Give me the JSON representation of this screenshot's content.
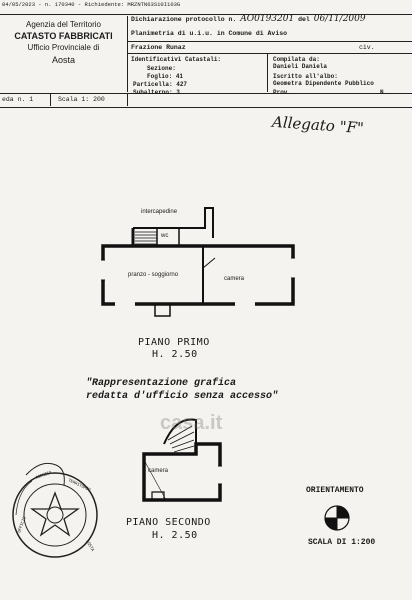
{
  "fax_header": "04/05/2023 - n. 170340 - Richiedente: MRZNTN63S10I103G",
  "office": {
    "line1": "Agenzia del Territorio",
    "line2": "CATASTO FABBRICATI",
    "line3": "Ufficio Provinciale di",
    "line4": "Aosta"
  },
  "declaration": {
    "protocol_label": "Dichiarazione protocollo n.",
    "protocol_number": "AO0193201",
    "date_label": "del",
    "date": "06/11/2009",
    "planimetry_label": "Planimetria di u.i.u. in Comune di Aviso",
    "location": "Frazione Runaz",
    "civ_label": "civ."
  },
  "identifiers": {
    "title": "Identificativi Catastali:",
    "sezione_label": "Sezione:",
    "foglio_label": "Foglio:",
    "foglio": "41",
    "particella_label": "Particella:",
    "particella": "427",
    "subalterno_label": "Subalterno:",
    "subalterno": "3"
  },
  "compiler": {
    "title": "Compilata da:",
    "name": "Danieli Daniela",
    "register_label": "Iscritto all'albo:",
    "register": "Geometra Dipendente Pubblico",
    "prov_label": "Prov.",
    "n_label": "N."
  },
  "sheet": {
    "scheda": "eda n. 1",
    "scale": "Scala 1: 200"
  },
  "annotation": "Allegato \"F\"",
  "floor1": {
    "title": "PIANO PRIMO",
    "height": "H. 2.50",
    "rooms": {
      "intercapedine": "intercapedine",
      "wc": "wc",
      "pranzo": "pranzo - soggiorno",
      "camera": "camera"
    }
  },
  "note": {
    "line1": "\"Rappresentazione grafica",
    "line2": "redatta d'ufficio senza accesso\""
  },
  "floor2": {
    "title": "PIANO SECONDO",
    "height": "H. 2.50",
    "rooms": {
      "camera": "camera"
    }
  },
  "orientation": {
    "title": "ORIENTAMENTO",
    "scale": "SCALA DI 1:200"
  },
  "watermark": "casa.it",
  "stamp_text": "AGENZIA DEL TERRITORIO - UFFICIO PROVINCIALE DI AOSTA"
}
